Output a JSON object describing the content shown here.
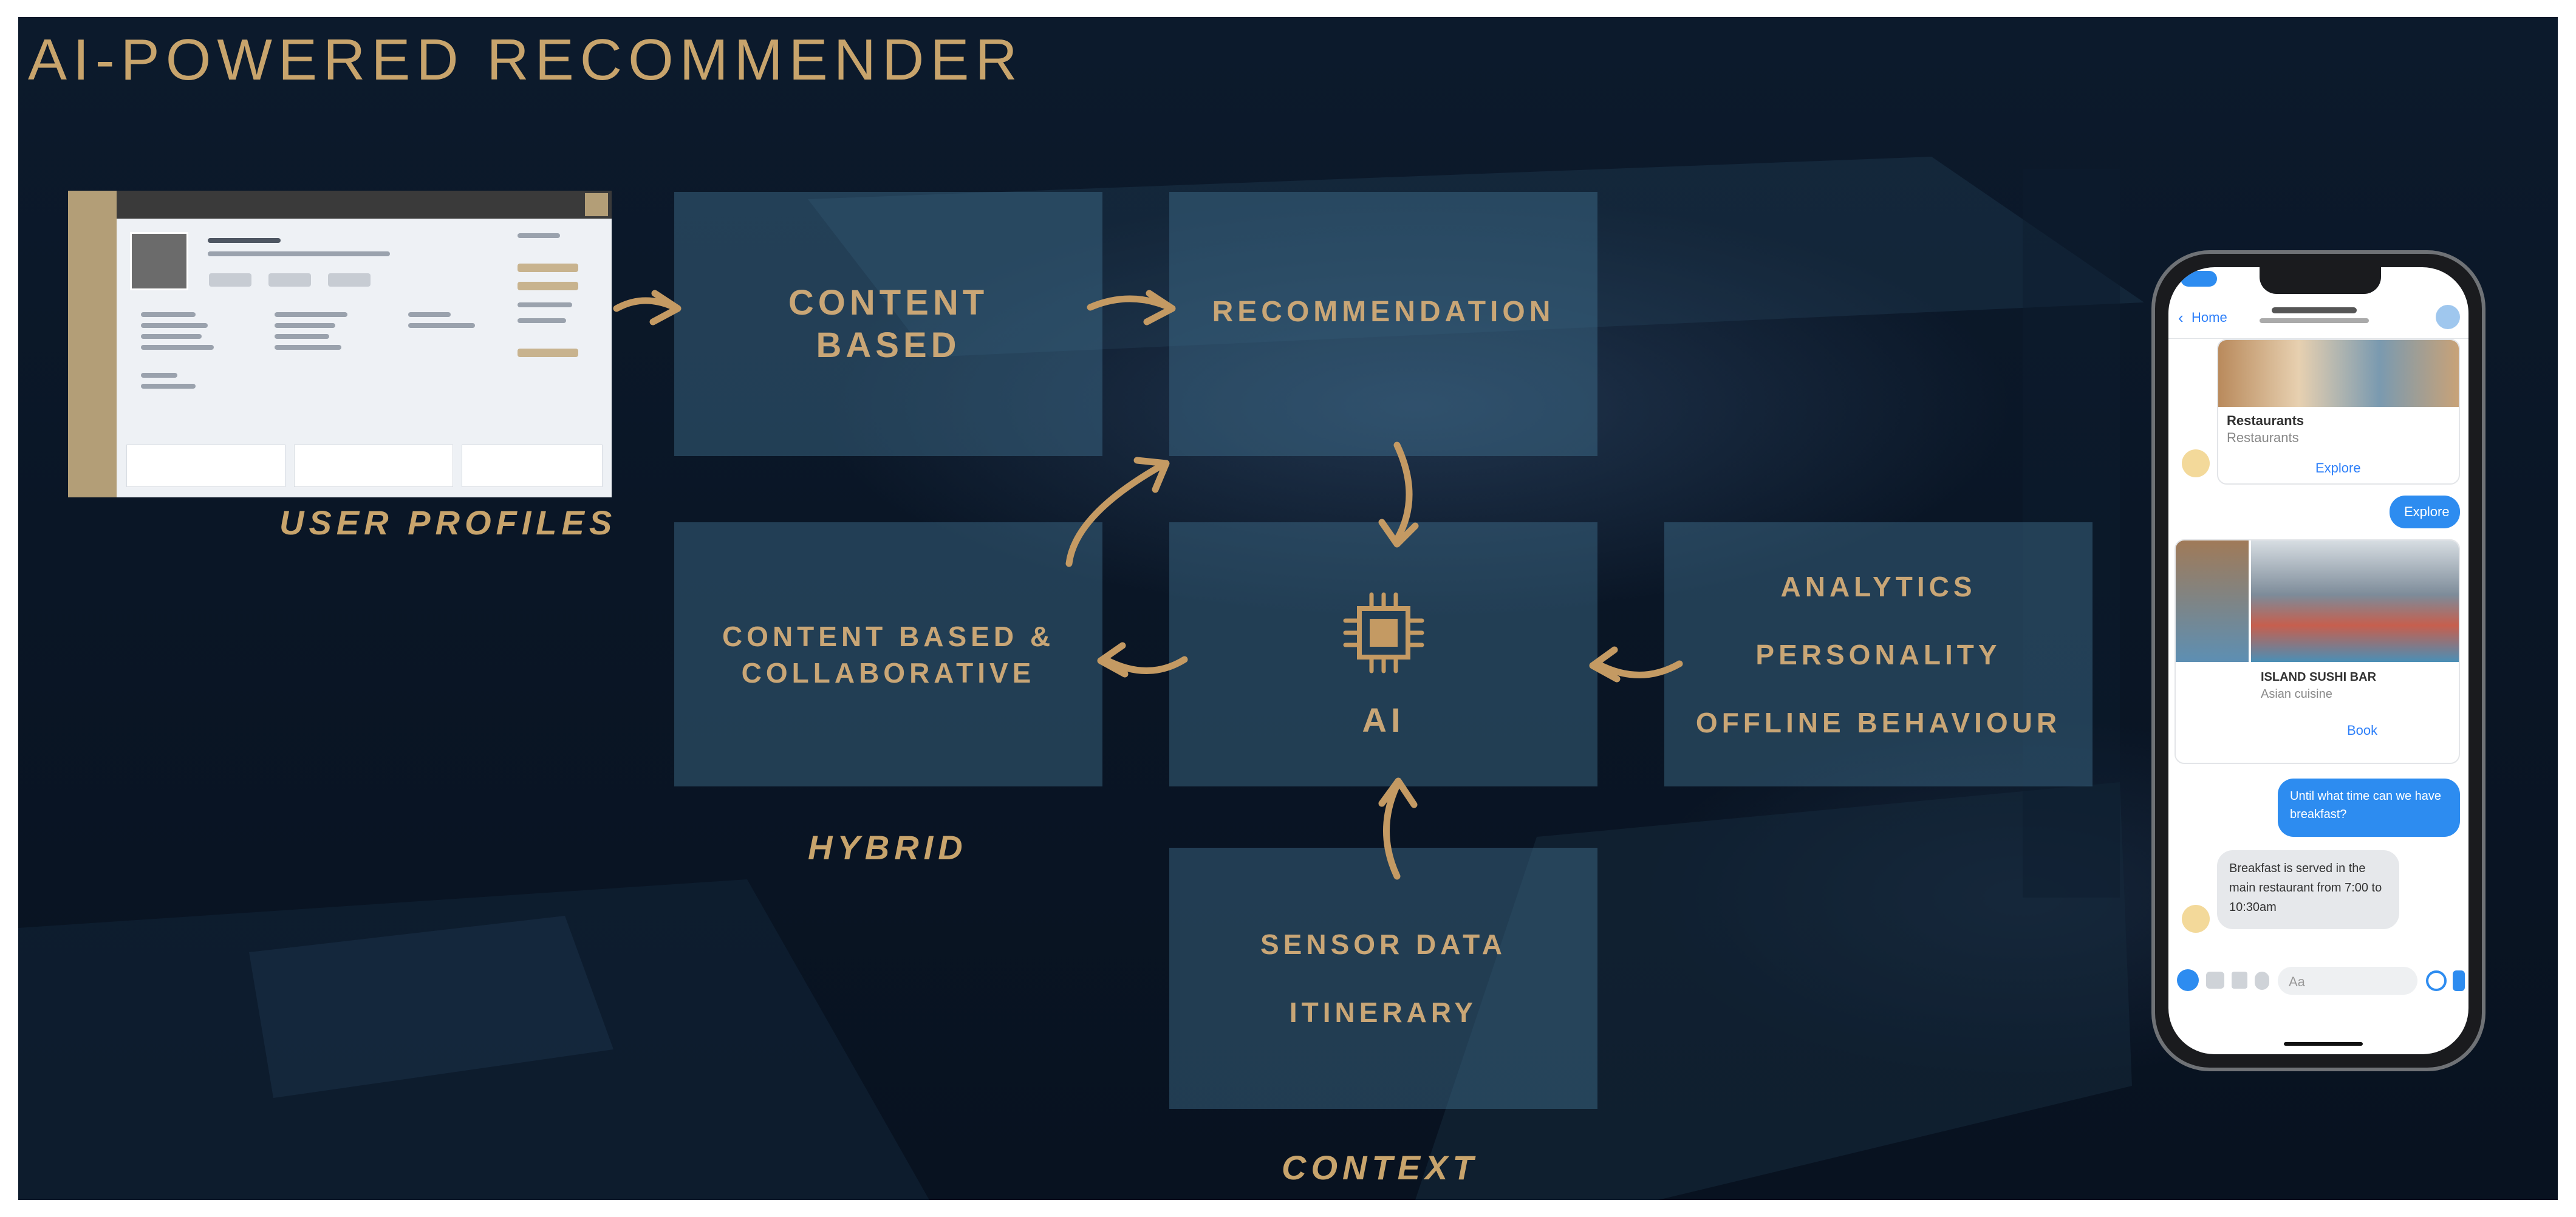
{
  "title": "AI-POWERED RECOMMENDER",
  "captions": {
    "user_profiles": "USER PROFILES",
    "hybrid": "HYBRID",
    "context": "CONTEXT"
  },
  "boxes": {
    "content_based": [
      "CONTENT",
      "BASED"
    ],
    "recommendation": "RECOMMENDATION",
    "hybrid": [
      "CONTENT BASED &",
      "COLLABORATIVE"
    ],
    "ai": "AI",
    "signals": [
      "ANALYTICS",
      "PERSONALITY",
      "OFFLINE BEHAVIOUR"
    ],
    "context": [
      "SENSOR DATA",
      "ITINERARY"
    ]
  },
  "icons": {
    "ai": "cpu-chip-icon"
  },
  "phone": {
    "back_label": "Home",
    "card1_title": "Restaurants",
    "card1_subtitle": "Restaurants",
    "card1_action": "Explore",
    "user_reply": "Explore",
    "card2_title": "ISLAND SUSHI BAR",
    "card2_subtitle": "Asian cuisine",
    "card2_action": "Book",
    "user_question": "Until what time can we have breakfast?",
    "bot_answer": "Breakfast is served in the main restaurant from 7:00 to 10:30am",
    "input_placeholder": "Aa"
  },
  "colors": {
    "gold": "#c8a46c",
    "box_fill": "#3f6a82",
    "background": "#0a1626"
  }
}
